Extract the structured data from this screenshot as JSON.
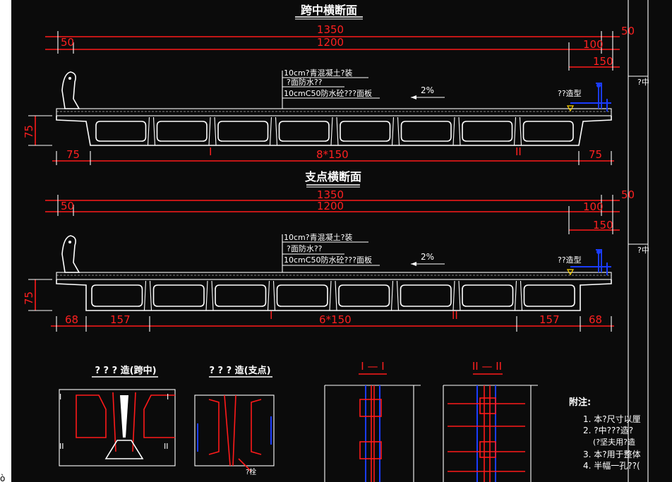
{
  "sections": {
    "midspan": {
      "title": "跨中横断面",
      "dims_top": [
        "1350",
        "50",
        "1200",
        "100",
        "150"
      ],
      "dims_left": [
        "50"
      ],
      "dims_bottom": [
        "75",
        "8*150",
        "75"
      ],
      "height": "75",
      "layer1": "10cm?青混凝土?装",
      "layer2": "?面防水??",
      "layer3": "10cmC50防水砼???面板",
      "slope": "2%",
      "rail_label": "??造型",
      "right_text": "?中"
    },
    "support": {
      "title": "支点横断面",
      "dims_top": [
        "1350",
        "50",
        "1200",
        "100",
        "150"
      ],
      "dims_left": [
        "50"
      ],
      "dims_bottom": [
        "68",
        "157",
        "6*150",
        "157",
        "68"
      ],
      "height": "75",
      "layer1": "10cm?青混凝土?装",
      "layer2": "?面防水??",
      "layer3": "10cmC50防水砼???面板",
      "slope": "2%",
      "rail_label": "??造型",
      "right_text": "?中"
    }
  },
  "details": {
    "detail1_title": "? ? ? 造(跨中)",
    "detail2_title": "? ? ? 造(支点)",
    "detail3_title": "I — I",
    "detail4_title": "II — II",
    "marker_I": "I",
    "marker_II": "II",
    "anchor_label": "?栓"
  },
  "notes": {
    "heading": "附注:",
    "items": [
      "1. 本?尺寸以厘",
      "2. ?中???造?",
      "(?坚夫用?造",
      "3. 本?用于整体",
      "4. 半幅一孔??("
    ]
  },
  "corner_mark": "ὸ"
}
